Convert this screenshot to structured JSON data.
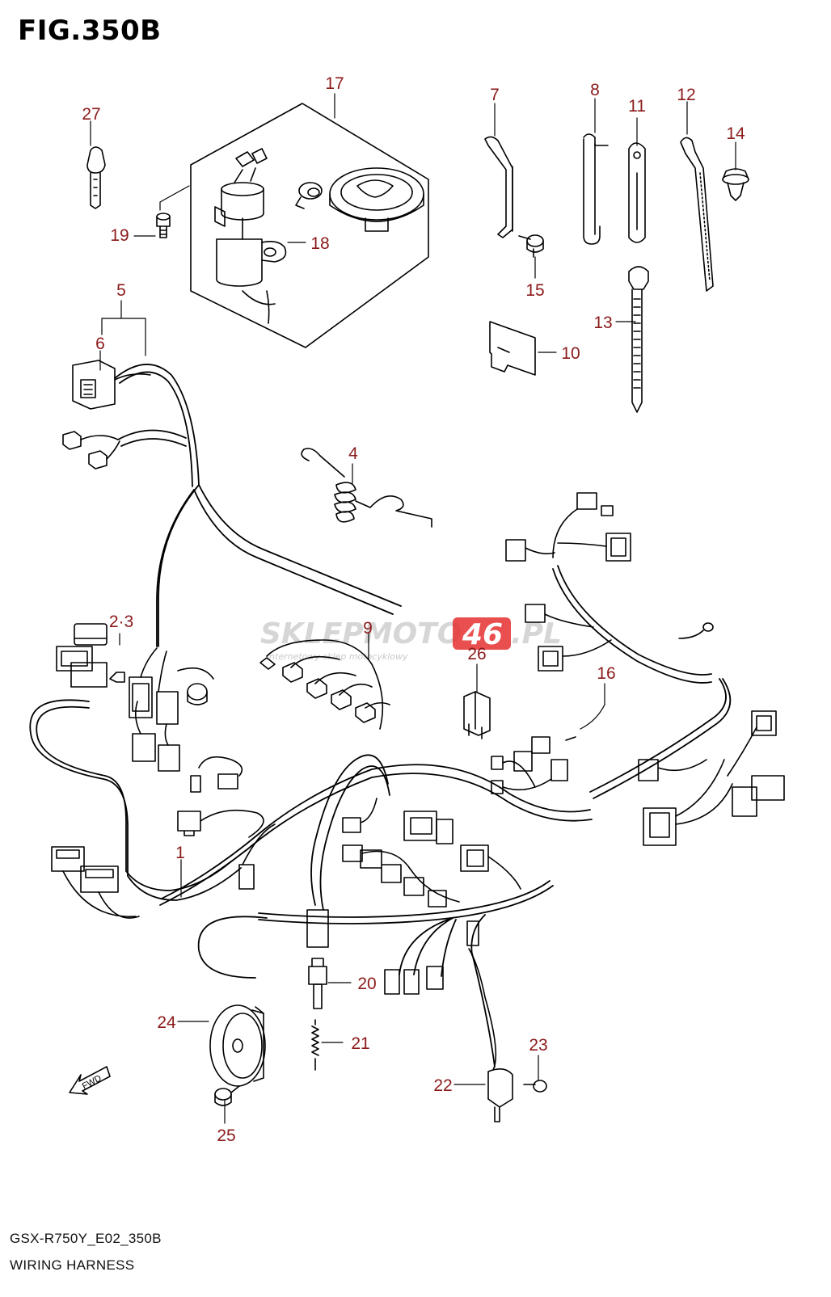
{
  "header": {
    "figure_label": "FIG.350B"
  },
  "footer": {
    "model_code": "GSX-R750Y_E02_350B",
    "section_name": "WIRING HARNESS"
  },
  "watermark": {
    "brand_gray": "SKLEPMOTO",
    "brand_red": "46",
    "brand_domain": ".PL",
    "tagline": "internetowy sklep motocyklowy",
    "accent": "#e02020"
  },
  "fwd_label": "FWD",
  "callout_color": "#8b1a1a",
  "callouts": [
    "1",
    "2·3",
    "4",
    "5",
    "6",
    "7",
    "8",
    "9",
    "10",
    "11",
    "12",
    "13",
    "14",
    "15",
    "16",
    "17",
    "18",
    "19",
    "20",
    "21",
    "22",
    "23",
    "24",
    "25",
    "26",
    "27"
  ]
}
